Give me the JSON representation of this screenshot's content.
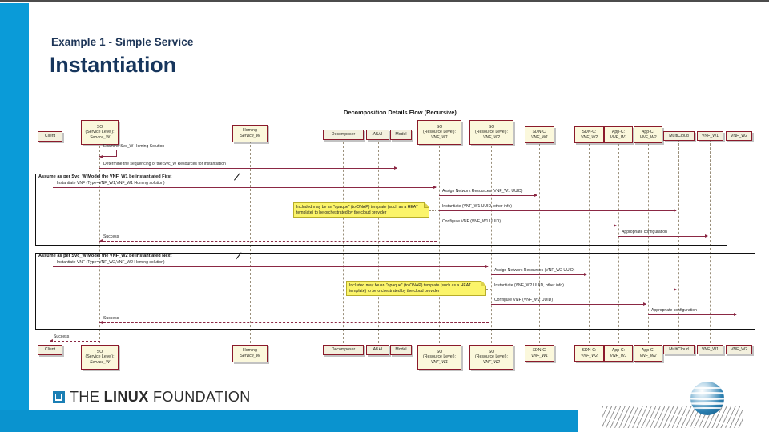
{
  "slide": {
    "kicker": "Example 1 - Simple Service",
    "title": "Instantiation",
    "accent_color": "#0a9bd8",
    "title_color": "#17365d"
  },
  "diagram": {
    "title": "Decomposition Details Flow (Recursive)",
    "type": "uml-sequence-diagram",
    "lifelines": [
      {
        "id": "client",
        "label": "Client"
      },
      {
        "id": "so_svc",
        "label": "SO\n(Service Level):\nService_W"
      },
      {
        "id": "homing",
        "label": "Homing\nService_W"
      },
      {
        "id": "decomp",
        "label": "Decomposer"
      },
      {
        "id": "aai",
        "label": "A&AI"
      },
      {
        "id": "model",
        "label": "Model"
      },
      {
        "id": "so_w1",
        "label": "SO\n(Resource Level):\nVNF_W1"
      },
      {
        "id": "so_w2",
        "label": "SO\n(Resource Level):\nVNF_W2"
      },
      {
        "id": "sdnc_w1",
        "label": "SDN-C:\nVNF_W1"
      },
      {
        "id": "sdnc_w2",
        "label": "SDN-C:\nVNF_W2"
      },
      {
        "id": "appc_w1",
        "label": "App-C:\nVNF_W1"
      },
      {
        "id": "appc_w2",
        "label": "App-C:\nVNF_W2"
      },
      {
        "id": "multicloud",
        "label": "MultiCloud"
      },
      {
        "id": "vnf_w1",
        "label": "VNF_W1"
      },
      {
        "id": "vnf_w2",
        "label": "VNF_W2"
      }
    ],
    "messages": [
      {
        "id": "m1",
        "text": "Examine Svc_W Homing Solution"
      },
      {
        "id": "m2",
        "text": "Determine the sequencing of the Svc_W Resources for instantiation"
      },
      {
        "id": "m3",
        "text": "Instantiate VNF (Type=VNF_W1,VNF_W1 Homing solution)"
      },
      {
        "id": "m4",
        "text": "Assign Network Resources (VNF_W1 UUID)"
      },
      {
        "id": "m5",
        "text": "Instantiate (VNF_W1 UUID, other info)"
      },
      {
        "id": "m6",
        "text": "Configure VNF (VNF_W1 UUID)"
      },
      {
        "id": "m7",
        "text": "Appropriate configuration"
      },
      {
        "id": "m8",
        "text": "Success"
      },
      {
        "id": "m9",
        "text": "Instantiate VNF (Type=VNF_W2,VNF_W2 Homing solution)"
      },
      {
        "id": "m10",
        "text": "Assign Network Resources (VNF_W2 UUID)"
      },
      {
        "id": "m11",
        "text": "Instantiate (VNF_W2 UUID, other info)"
      },
      {
        "id": "m12",
        "text": "Configure VNF (VNF_W2 UUID)"
      },
      {
        "id": "m13",
        "text": "Appropriate configuration"
      },
      {
        "id": "m14",
        "text": "Success"
      },
      {
        "id": "m15",
        "text": "Success"
      }
    ],
    "fragments": [
      {
        "id": "f1",
        "label": "Assume as per Svc_W Model the VNF_W1 be instantiated First"
      },
      {
        "id": "f2",
        "label": "Assume as per Svc_W Model the VNF_W2 be instantiated Next"
      }
    ],
    "notes": [
      {
        "id": "n1",
        "text": "Included may be an \"opaque\" (to ONAP) template (such as a HEAT template) to be orchestrated by the cloud provider"
      },
      {
        "id": "n2",
        "text": "Included may be an \"opaque\" (to ONAP) template (such as a HEAT template) to be orchestrated by the cloud provider"
      }
    ]
  },
  "footer": {
    "linux_foundation": {
      "the": "THE ",
      "linux": "LINUX",
      "foundation": " FOUNDATION"
    },
    "att_logo_name": "att-globe-logo"
  }
}
